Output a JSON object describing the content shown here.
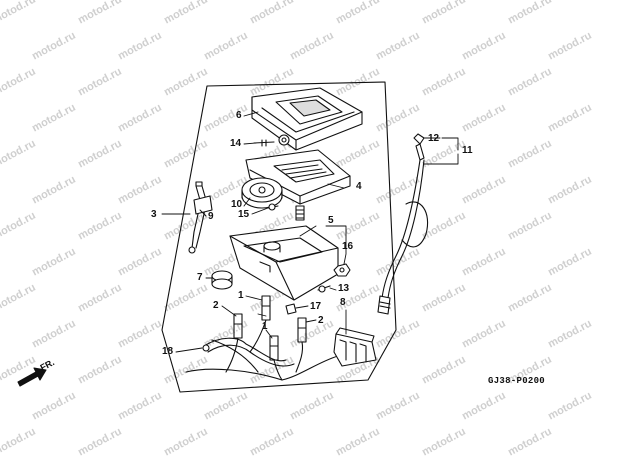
{
  "watermark": {
    "text": "motod.ru"
  },
  "diagram_code": "GJ38-P0200",
  "direction_label": "FR.",
  "callouts": {
    "p1a": "1",
    "p1b": "1",
    "p2a": "2",
    "p2b": "2",
    "p3": "3",
    "p4": "4",
    "p5": "5",
    "p6": "6",
    "p7": "7",
    "p8": "8",
    "p9": "9",
    "p10": "10",
    "p11": "11",
    "p12": "12",
    "p13": "13",
    "p14": "14",
    "p15": "15",
    "p16": "16",
    "p17": "17",
    "p18": "18"
  }
}
